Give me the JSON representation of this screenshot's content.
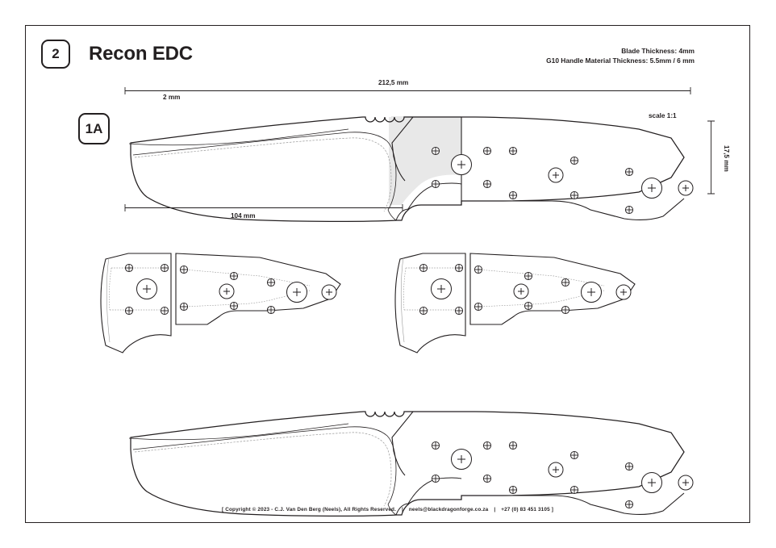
{
  "sheet": {
    "page_number": "2",
    "title": "Recon EDC",
    "part_label": "1A"
  },
  "specs": {
    "blade_thickness": "Blade Thickness: 4mm",
    "handle_thickness": "G10 Handle Material Thickness: 5.5mm / 6 mm"
  },
  "dimensions": {
    "total_length": "212,5 mm",
    "spine_thickness": "2 mm",
    "blade_length": "104 mm",
    "handle_height": "17,5 mm",
    "scale": "scale 1:1"
  },
  "footer": {
    "open_bracket": "[",
    "copyright": "Copyright © 2023 - C.J. Van Den Berg (Neels), All Rights Reserved.",
    "email": "neels@blackdragonforge.co.za",
    "phone": "+27 (0) 83 451 3105",
    "close_bracket": "]",
    "separator": "|"
  },
  "colors": {
    "ink": "#231f20",
    "tang_fill": "#e8e8e8",
    "guide_line": "#9a9a9a",
    "paper": "#ffffff"
  },
  "drawing": {
    "views": [
      {
        "name": "full-knife-top",
        "description": "Full knife outline with blade, thumb jimping, tang and handle holes"
      },
      {
        "name": "handle-scale-front-left",
        "description": "Front handle scale template, left piece"
      },
      {
        "name": "handle-scale-rear-left",
        "description": "Rear handle scale template, left piece"
      },
      {
        "name": "handle-scale-front-right",
        "description": "Front handle scale template, right piece"
      },
      {
        "name": "handle-scale-rear-right",
        "description": "Rear handle scale template, right piece"
      },
      {
        "name": "full-knife-bottom",
        "description": "Full knife outline duplicate, lower view"
      }
    ]
  }
}
